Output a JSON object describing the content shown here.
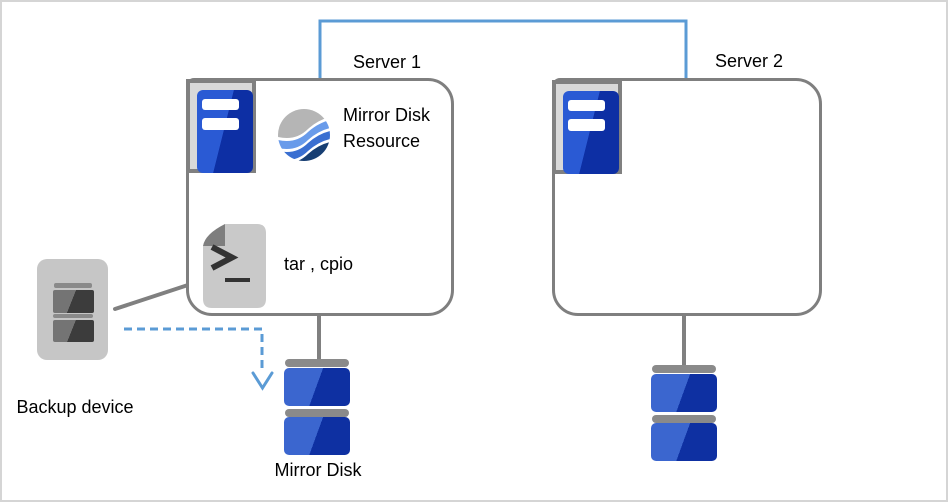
{
  "diagram": {
    "servers": [
      {
        "label": "Server 1"
      },
      {
        "label": "Server 2"
      }
    ],
    "mirror_disk_resource": {
      "label": "Mirror Disk Resource"
    },
    "backup_commands": {
      "label": "tar , cpio"
    },
    "backup_device": {
      "label": "Backup device"
    },
    "mirror_disk": {
      "label": "Mirror Disk"
    }
  },
  "icons": {
    "server_icon": "blue server tower with two white slots in gray frame",
    "mirror_disk_resource_icon": "wave-striped globe",
    "script_file_icon": "gray page with folded corner and >_ prompt",
    "backup_device_icon": "gray tape backup unit",
    "mirror_disk_icon": "stacked blue disk cartridges",
    "backup_copy_arrow_icon": "dashed blue arrow down",
    "interconnect_line": "blue elbow connector between servers"
  },
  "colors": {
    "accent_blue": "#5B9BD5",
    "line_gray": "#808080",
    "box_border": "#7F7F7F",
    "canvas_border": "#D5D5D5",
    "server_blue_light": "#2A5AD4",
    "server_blue_dark": "#0D2FA4",
    "disk_blue_light": "#3B66CF",
    "disk_blue_dark": "#0E30A2",
    "globe_gray": "#B5B5B5",
    "globe_blue_light": "#699BEA",
    "globe_blue_mid": "#3A6FD1",
    "globe_blue_dark": "#173E73",
    "device_gray": "#C6C6C6",
    "device_mid": "#747474",
    "device_dark": "#3C3C3C",
    "page_gray": "#C9C9C9",
    "fold_gray": "#7E7E7E",
    "glyph_dark": "#333333"
  }
}
